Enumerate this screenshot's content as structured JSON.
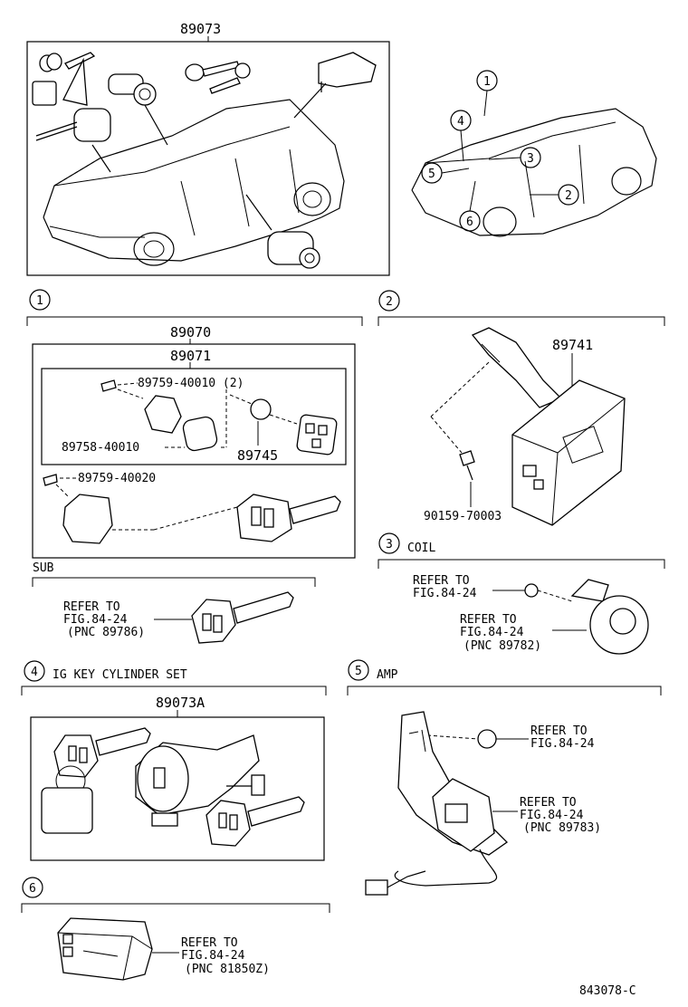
{
  "top": {
    "part_number": "89073",
    "callouts": [
      "1",
      "2",
      "3",
      "4",
      "5",
      "6"
    ]
  },
  "section1": {
    "index": "1",
    "assy": "89070",
    "sub_assy": "89071",
    "screw_a": "89759-40010 (2)",
    "case_part": "89758-40010",
    "battery_part": "89745",
    "screw_b": "89759-40020",
    "sub_title": "SUB",
    "sub_ref": [
      "REFER TO",
      "FIG.84-24",
      "(PNC 89786)"
    ]
  },
  "section2": {
    "index": "2",
    "ecu_part": "89741",
    "bolt_part": "90159-70003"
  },
  "section3": {
    "index": "3",
    "title": "COIL",
    "ref_a": [
      "REFER TO",
      "FIG.84-24"
    ],
    "ref_b": [
      "REFER TO",
      "FIG.84-24",
      "(PNC 89782)"
    ]
  },
  "section4": {
    "index": "4",
    "title": "IG KEY CYLINDER SET",
    "part": "89073A"
  },
  "section5": {
    "index": "5",
    "title": "AMP",
    "ref_a": [
      "REFER TO",
      "FIG.84-24"
    ],
    "ref_b": [
      "REFER TO",
      "FIG.84-24",
      "(PNC 89783)"
    ]
  },
  "section6": {
    "index": "6",
    "ref": [
      "REFER TO",
      "FIG.84-24",
      "(PNC 81850Z)"
    ]
  },
  "footer": {
    "figure_code": "843078-C"
  }
}
